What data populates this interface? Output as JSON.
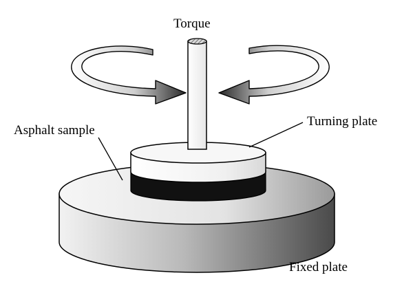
{
  "labels": {
    "torque": "Torque",
    "turning_plate": "Turning plate",
    "asphalt_sample": "Asphalt sample",
    "fixed_plate": "Fixed plate"
  },
  "colors": {
    "stroke": "#000000",
    "asphalt": "#111111",
    "plate_light": "#f4f4f4",
    "plate_dark": "#555555"
  }
}
